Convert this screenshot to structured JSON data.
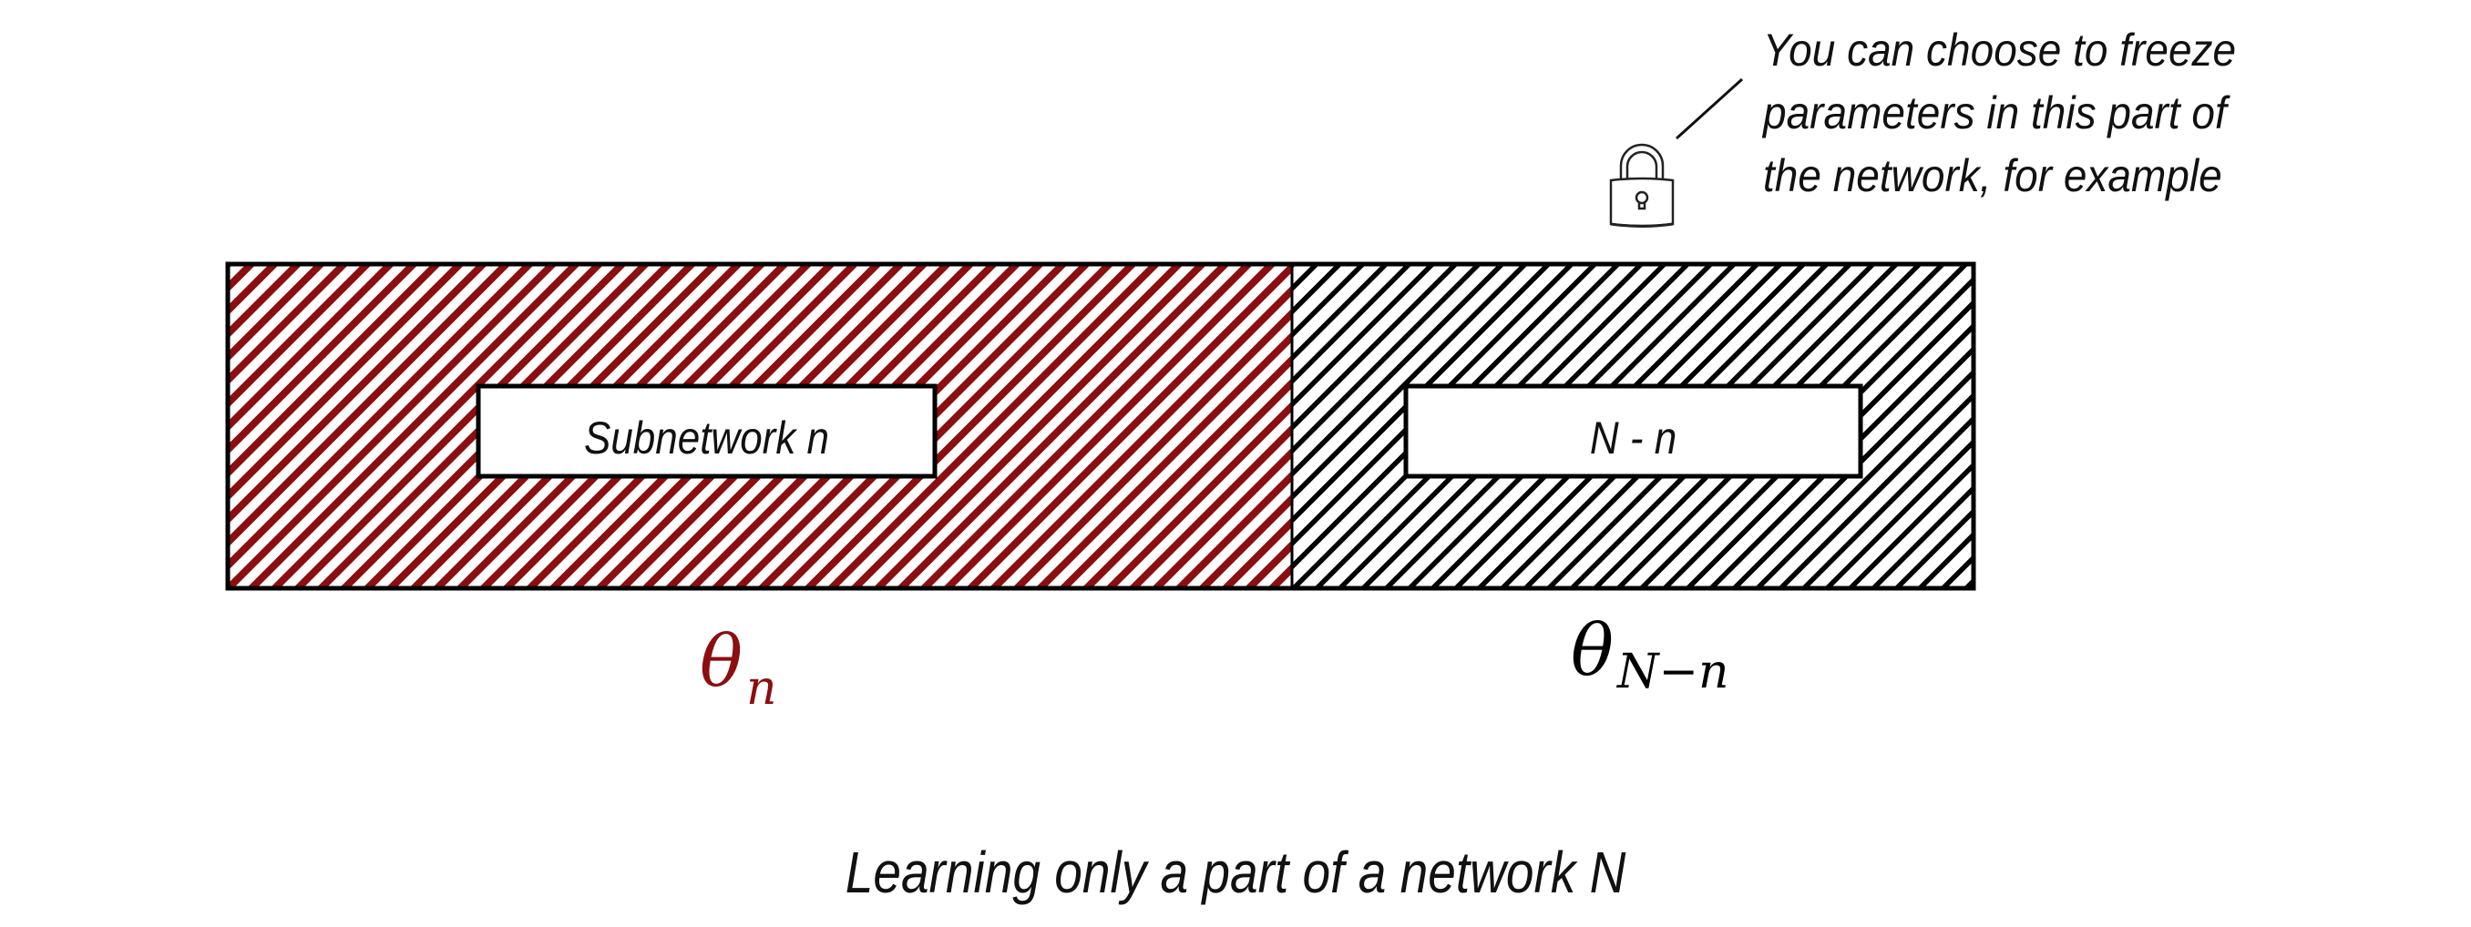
{
  "callout": {
    "lines": [
      "You can choose to freeze",
      "parameters in this part of",
      "the network, for example"
    ],
    "icon": "lock-icon"
  },
  "network": {
    "trainable_part": {
      "label": "Subnetwork n",
      "parameter_symbol": "θ",
      "parameter_subscript": "n",
      "color": "#8b0e10",
      "fill": "diagonal-hatch"
    },
    "frozen_part": {
      "label": "N - n",
      "parameter_symbol": "θ",
      "parameter_subscript": "N−n",
      "color": "#000000",
      "fill": "diagonal-hatch"
    }
  },
  "caption": "Learning only a part of a network N"
}
